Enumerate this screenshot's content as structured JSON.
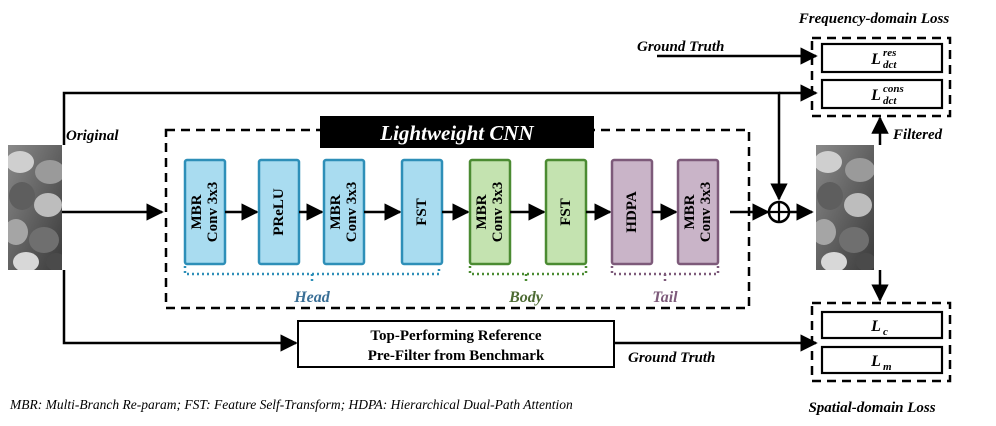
{
  "labels": {
    "original": "Original",
    "filtered": "Filtered",
    "ground_truth_top": "Ground Truth",
    "ground_truth_bottom": "Ground Truth",
    "cnn_title": "Lightweight CNN",
    "freq_loss_title": "Frequency-domain Loss",
    "spatial_loss_title": "Spatial-domain Loss",
    "ref_filter_line1": "Top-Performing Reference",
    "ref_filter_line2": "Pre-Filter from Benchmark",
    "footnote": "MBR: Multi-Branch Re-param; FST: Feature Self-Transform; HDPA: Hierarchical Dual-Path Attention"
  },
  "blocks": [
    {
      "lines": [
        "MBR",
        "Conv 3x3"
      ],
      "group": "head"
    },
    {
      "lines": [
        "PReLU"
      ],
      "group": "head"
    },
    {
      "lines": [
        "MBR",
        "Conv 3x3"
      ],
      "group": "head"
    },
    {
      "lines": [
        "FST"
      ],
      "group": "head"
    },
    {
      "lines": [
        "MBR",
        "Conv 3x3"
      ],
      "group": "body"
    },
    {
      "lines": [
        "FST"
      ],
      "group": "body"
    },
    {
      "lines": [
        "HDPA"
      ],
      "group": "tail"
    },
    {
      "lines": [
        "MBR",
        "Conv 3x3"
      ],
      "group": "tail"
    }
  ],
  "groups": {
    "head": {
      "label": "Head",
      "fill": "#a9dcf0",
      "stroke": "#2e8fb8",
      "text": "#3a6f96"
    },
    "body": {
      "label": "Body",
      "fill": "#c4e3b0",
      "stroke": "#4b8b32",
      "text": "#4d6b33"
    },
    "tail": {
      "label": "Tail",
      "fill": "#c9b4c8",
      "stroke": "#7d5a7a",
      "text": "#7d5a7a"
    }
  },
  "losses": {
    "freq": [
      {
        "main": "L",
        "sup": "res",
        "sub": "dct"
      },
      {
        "main": "L",
        "sup": "cons",
        "sub": "dct"
      }
    ],
    "spatial": [
      {
        "main": "L",
        "sub": "c"
      },
      {
        "main": "L",
        "sub": "m"
      }
    ]
  }
}
